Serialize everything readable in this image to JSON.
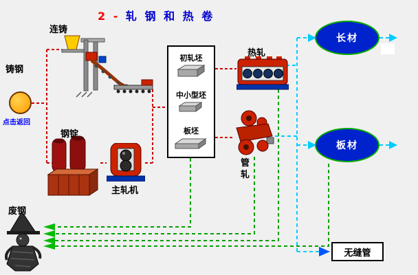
{
  "title": {
    "number": "2 -",
    "text": "轧 钢 和 热 卷"
  },
  "nodes": {
    "continuous_casting": "连铸",
    "cast_steel": "铸钢",
    "click_return": "点击返回",
    "steel_ingot": "钢锭",
    "main_mill": "主轧机",
    "hot_rolling": "热轧",
    "tube_rolling": "管轧",
    "long_products": "长材",
    "plate_products": "板材",
    "seamless_tube": "无缝管",
    "scrap_steel": "废钢"
  },
  "billet_box": {
    "items": [
      "初轧坯",
      "中小型坯",
      "板坯"
    ]
  },
  "colors": {
    "title_number": "#ff0000",
    "title_text": "#0000cc",
    "process_line": "#cc0000",
    "scrap_line": "#00a000",
    "product_line": "#00ccff",
    "seamless_arrow": "#0055ff",
    "product_node_fill": "#0022cc",
    "product_node_border": "#00aa00",
    "cast_steel_fill": "#ff9900"
  }
}
